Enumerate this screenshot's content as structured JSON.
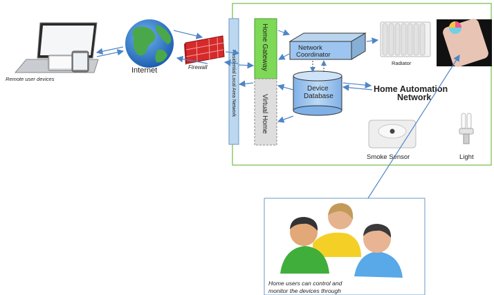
{
  "labels": {
    "remote_devices": "Remote user devices",
    "internet": "Internet",
    "firewall": "Firewall",
    "local_network": "Residential Local Area Network",
    "home_gateway": "Home Gateway",
    "virtual_home": "Virtual Home",
    "network_coordinator_1": "Network",
    "network_coordinator_2": "Coordinator",
    "device_database_1": "Device",
    "device_database_2": "Database",
    "home_automation_1": "Home Automation",
    "home_automation_2": "Network",
    "radiator": "Radiator",
    "smoke_sensor": "Smoke Sensor",
    "light": "Light",
    "home_users_1": "Home users can control and",
    "home_users_2": "monitor the devices through"
  },
  "colors": {
    "home_border": "#8dc86b",
    "gateway_green": "#7ed957",
    "lan_blue": "#bcd8f0",
    "cylinder_blue": "#9dc5ef",
    "arrow_blue": "#4f86c6",
    "firewall_red": "#d62a2a",
    "globe_blue": "#2f7fd8",
    "globe_green": "#4aa84a"
  },
  "icons": [
    "laptop-icon",
    "globe-icon",
    "firewall-icon",
    "radiator-icon",
    "smartphone-icon",
    "smoke-sensor-icon",
    "light-bulb-icon",
    "people-icon"
  ]
}
